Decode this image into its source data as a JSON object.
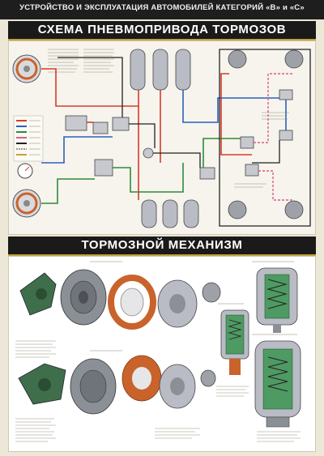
{
  "header": {
    "subtitle": "УСТРОЙСТВО И ЭКСПЛУАТАЦИЯ АВТОМОБИЛЕЙ КАТЕГОРИЙ «В» и «С»"
  },
  "sections": {
    "scheme_title": "СХЕМА ПНЕВМОПРИВОДА ТОРМОЗОВ",
    "mechanism_title": "ТОРМОЗНОЙ МЕХАНИЗМ"
  },
  "palette": {
    "line_red": "#d93a2b",
    "line_green": "#2f8a3a",
    "line_blue": "#2c5fbf",
    "line_black": "#222222",
    "line_pink": "#e05a8a",
    "steel": "#b9bcc4",
    "drum_gray": "#8b8f96",
    "shoe_orange": "#c9632b",
    "hub_green": "#3f6f4a",
    "chamber_green": "#4e9a63"
  }
}
